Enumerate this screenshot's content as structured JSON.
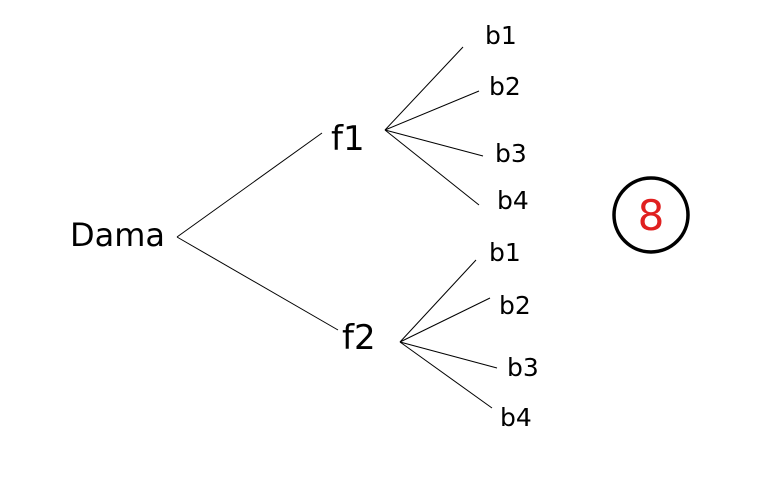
{
  "tree": {
    "root": "Dama",
    "branches": [
      {
        "label": "f1",
        "leaves": [
          "b1",
          "b2",
          "b3",
          "b4"
        ]
      },
      {
        "label": "f2",
        "leaves": [
          "b1",
          "b2",
          "b3",
          "b4"
        ]
      }
    ]
  },
  "result": {
    "value": "8",
    "color": "#e02020",
    "circle_color": "#000000"
  }
}
